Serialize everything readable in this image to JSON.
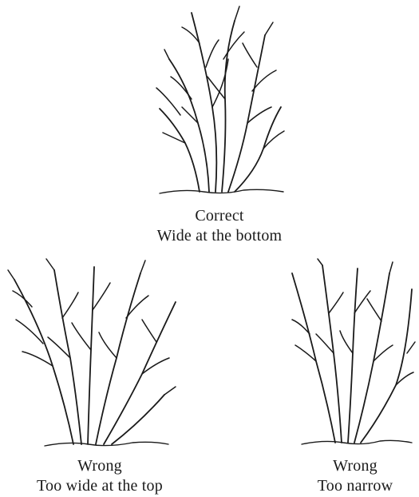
{
  "figures": [
    {
      "id": "correct",
      "verdict": "Correct",
      "description": "Wide at the bottom"
    },
    {
      "id": "too-wide-top",
      "verdict": "Wrong",
      "description": "Too wide at the top"
    },
    {
      "id": "too-narrow",
      "verdict": "Wrong",
      "description": "Too narrow"
    }
  ]
}
